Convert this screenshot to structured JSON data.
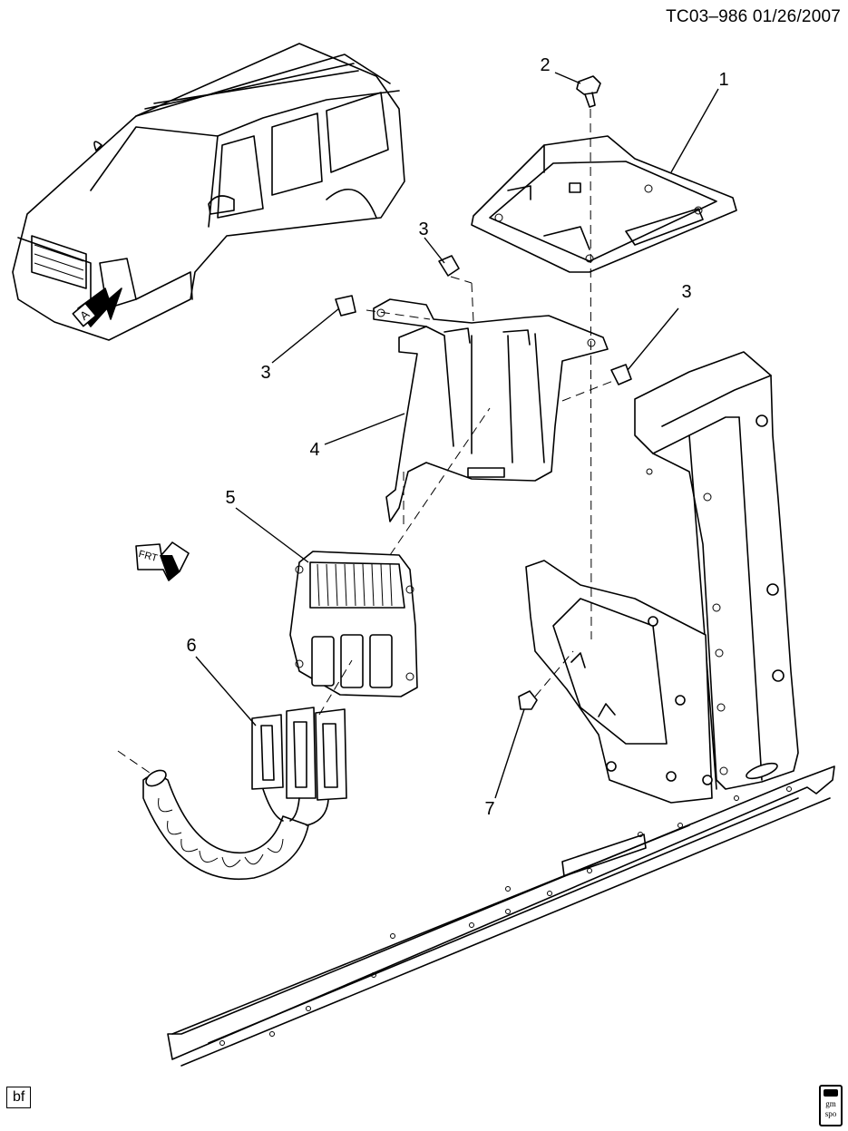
{
  "header": {
    "id_date": "TC03–986  01/26/2007"
  },
  "callouts": [
    {
      "label": "1"
    },
    {
      "label": "2"
    },
    {
      "label": "3"
    },
    {
      "label": "3"
    },
    {
      "label": "3"
    },
    {
      "label": "4"
    },
    {
      "label": "5"
    },
    {
      "label": "6"
    },
    {
      "label": "7"
    }
  ],
  "view_marker": {
    "label": "A"
  },
  "front_marker": {
    "label": "FRT"
  },
  "corner_label": "bf",
  "logo": {
    "line1": "gm",
    "line2": "spo"
  }
}
